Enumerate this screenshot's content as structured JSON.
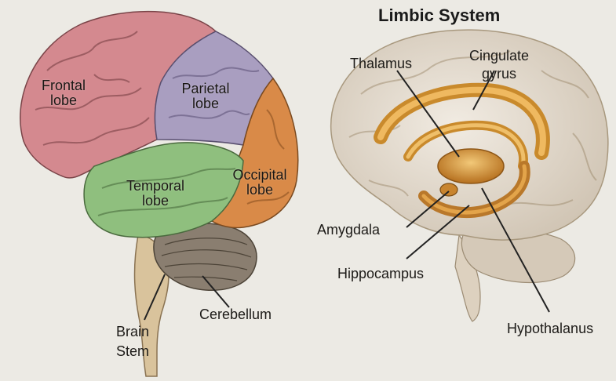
{
  "left_diagram": {
    "lobes": {
      "frontal": [
        "Frontal",
        "lobe"
      ],
      "parietal": [
        "Parietal",
        "lobe"
      ],
      "temporal": [
        "Temporal",
        "lobe"
      ],
      "occipital": [
        "Occipital",
        "lobe"
      ]
    },
    "cerebellum": "Cerebellum",
    "brain_stem": [
      "Brain",
      "Stem"
    ]
  },
  "right_diagram": {
    "title": "Limbic System",
    "thalamus": "Thalamus",
    "cingulate_gyrus": [
      "Cingulate",
      "gyrus"
    ],
    "amygdala": "Amygdala",
    "hippocampus": "Hippocampus",
    "hypothalamus": "Hypothalanus"
  },
  "colors": {
    "background": "#eceae4",
    "frontal": "#d4898f",
    "parietal": "#a99ec0",
    "temporal": "#8fbf7e",
    "occipital": "#d98a48",
    "cerebellum": "#8a7e70",
    "brain_stem": "#d9c39c",
    "limbic": "#d99a3c",
    "limbic_brain": "#e4dbcf"
  }
}
